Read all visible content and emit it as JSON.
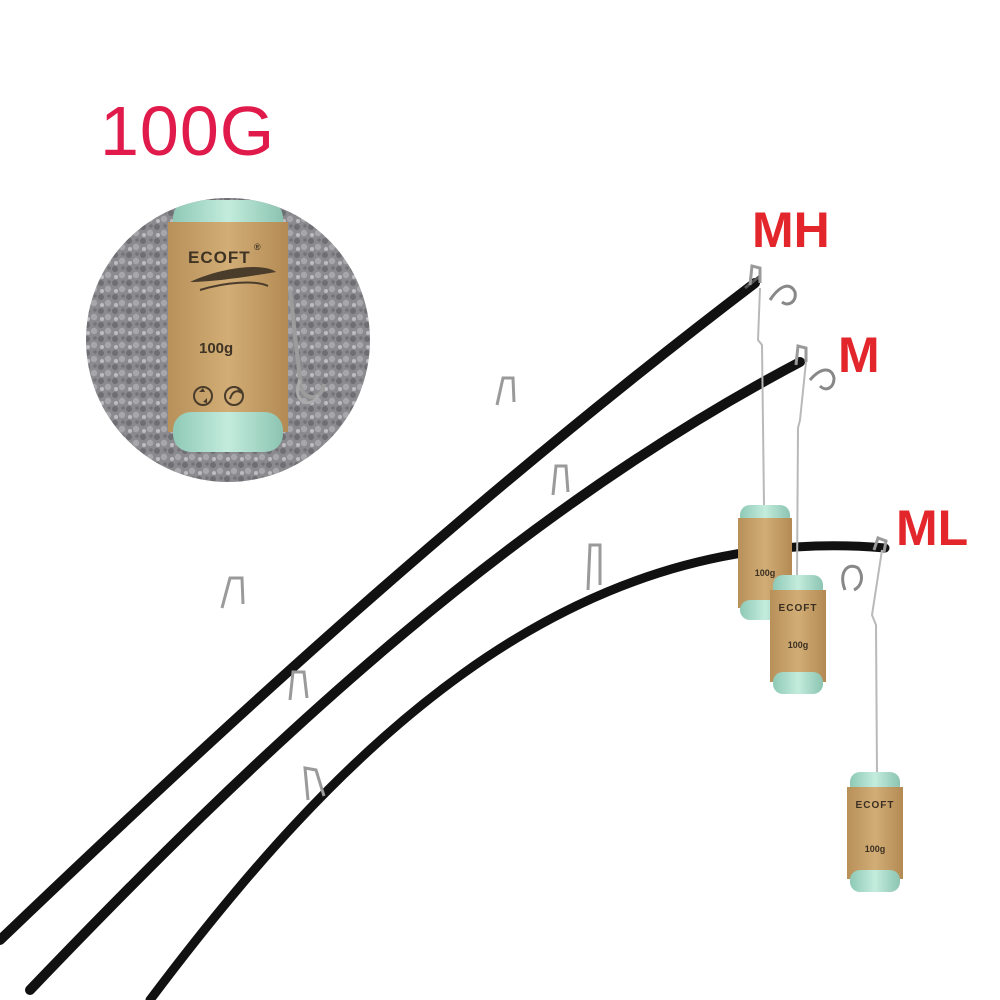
{
  "image": {
    "weight_title": "100G",
    "brand": "ECOFT",
    "registered_mark": "®",
    "weight_label": "100g",
    "rod_labels": {
      "mh": "MH",
      "m": "M",
      "ml": "ML"
    },
    "icons": [
      "recycle-icon",
      "arrow-circle-icon",
      "feather-logo-icon",
      "treble-hook-icon"
    ]
  },
  "colors": {
    "title_red": "#e01b4b",
    "label_red": "#e3262b",
    "rod_black": "#111111",
    "cork": "#c9a36c",
    "cap_mint": "#a9dccb",
    "carpet_gray": "#85858a"
  }
}
